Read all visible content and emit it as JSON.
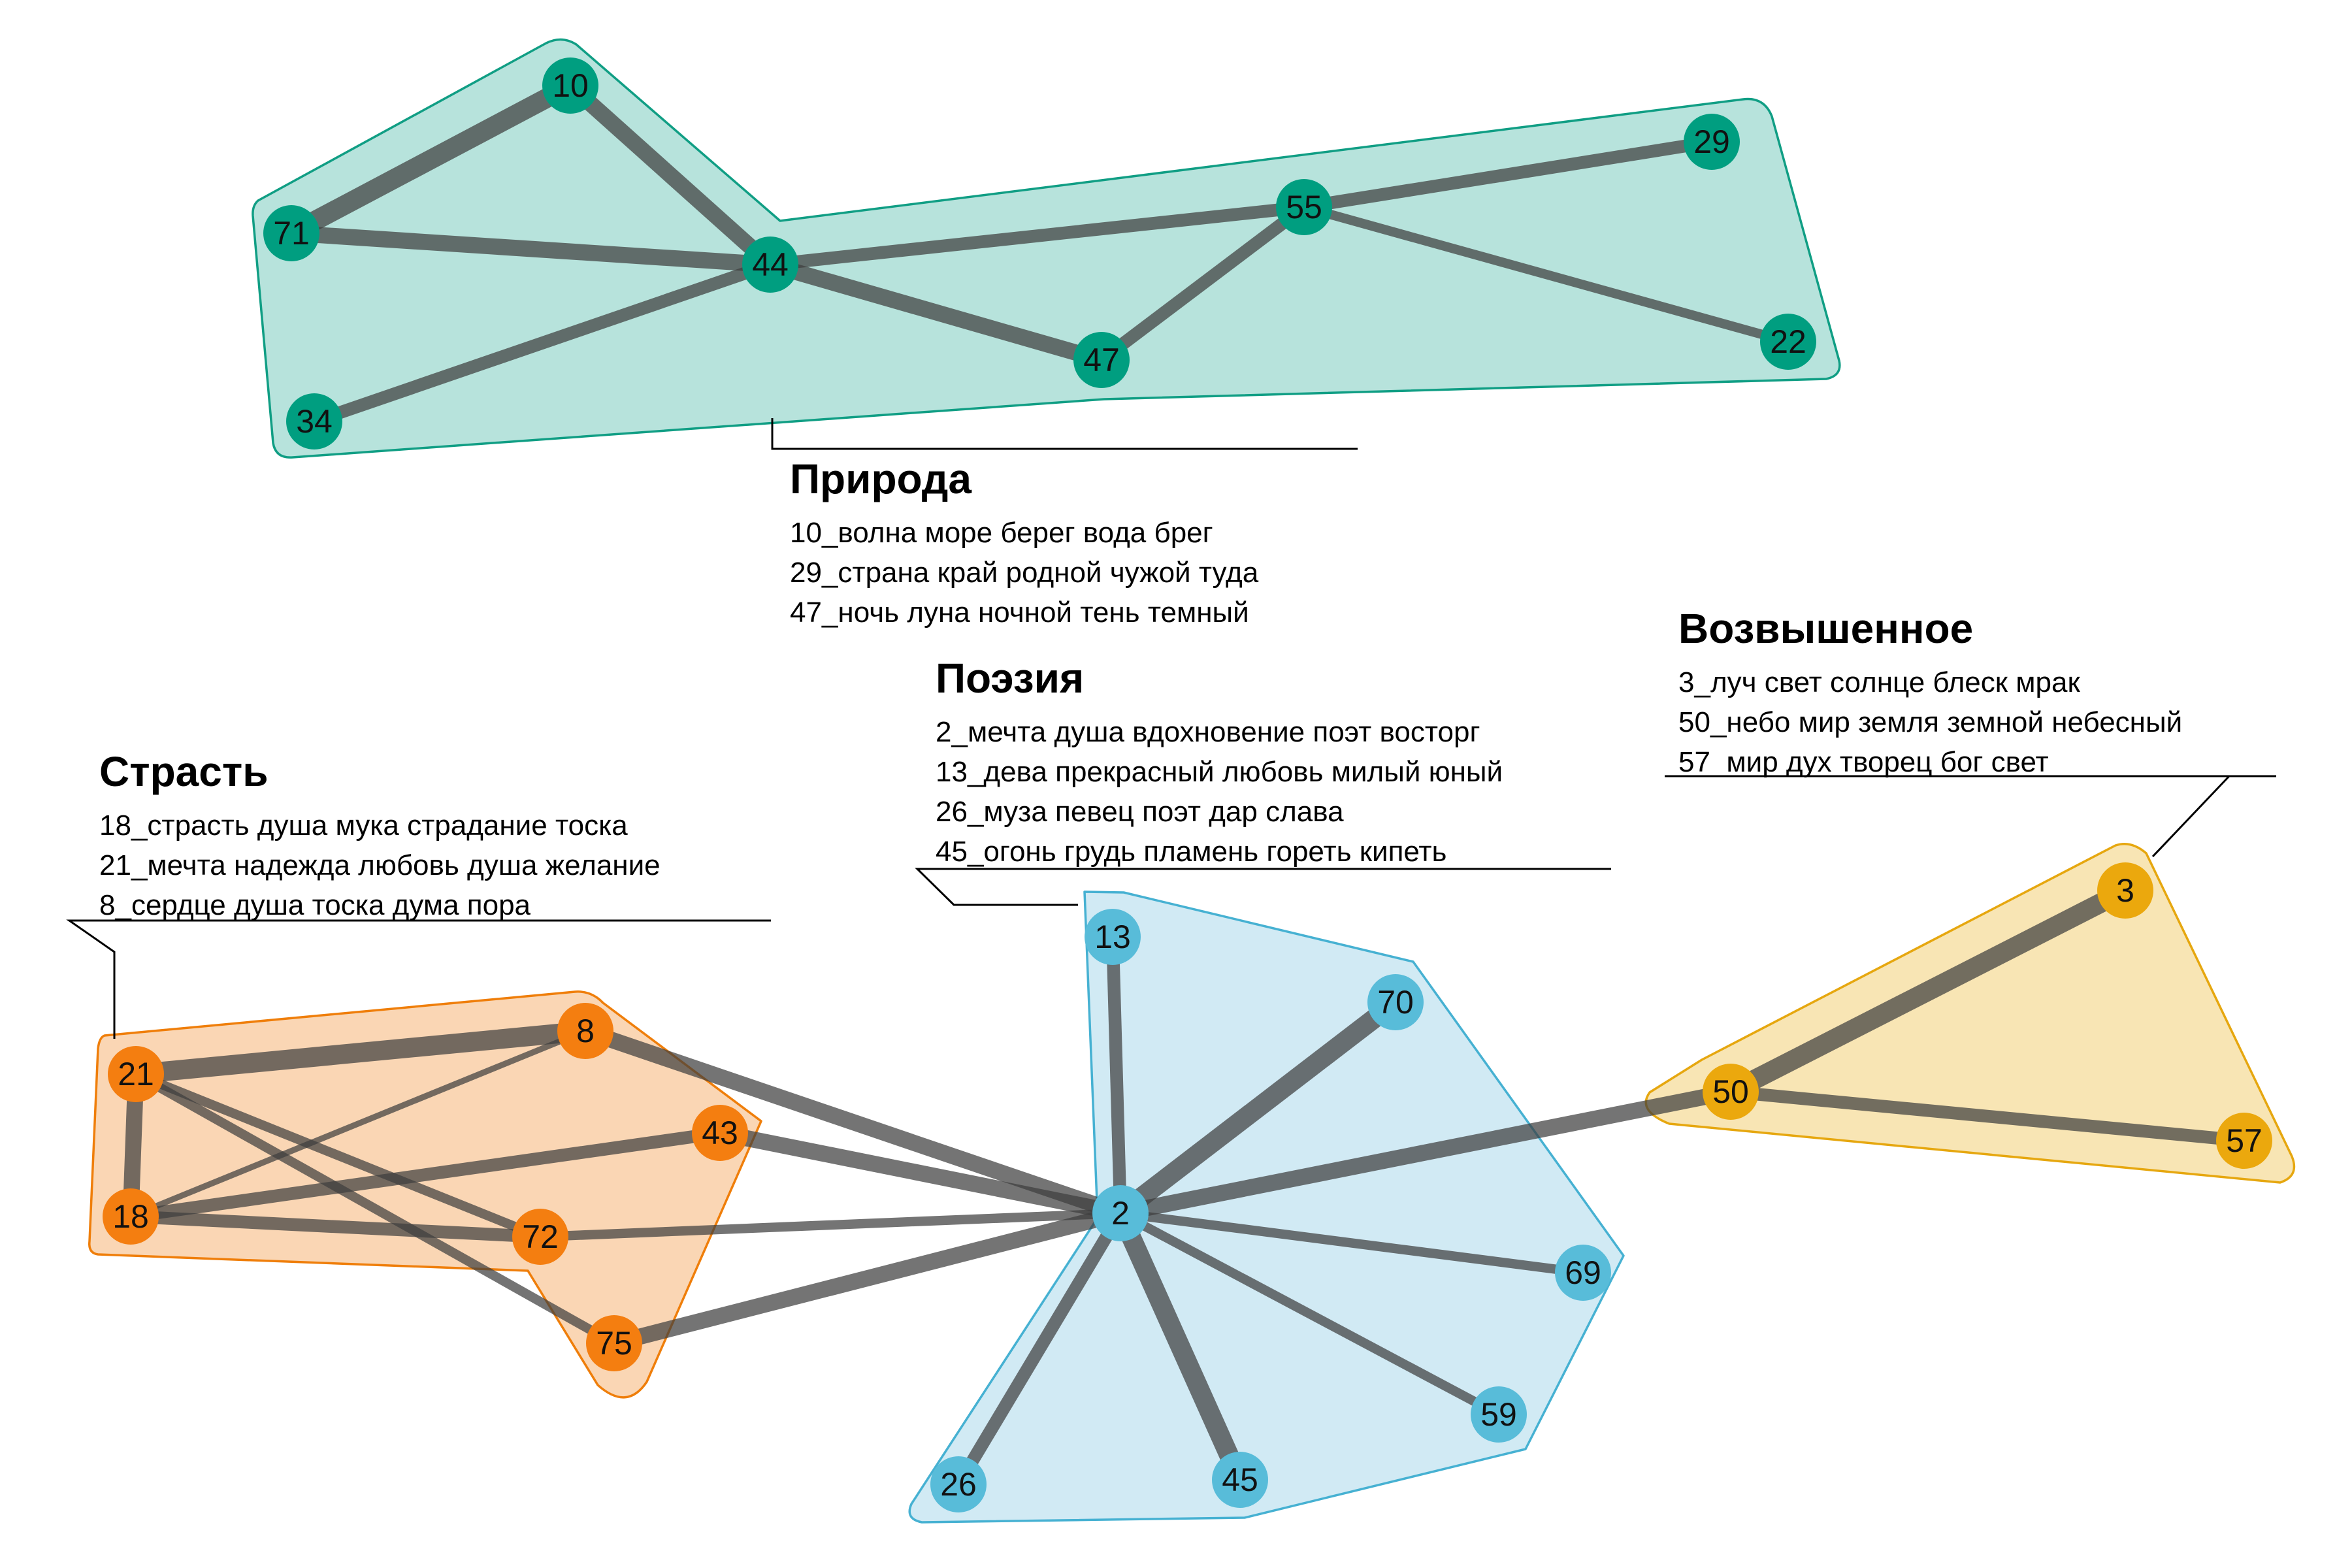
{
  "clusters": [
    {
      "id": "priroda",
      "title": "Природа",
      "lines": [
        "10_волна море берег вода брег",
        "29_страна край родной чужой туда",
        "47_ночь луна ночной тень темный"
      ],
      "fill": "#b3e2da",
      "stroke": "#109e84",
      "node_color": "#009e80"
    },
    {
      "id": "poeziya",
      "title": "Поэзия",
      "lines": [
        "2_мечта душа вдохновение поэт восторг",
        "13_дева прекрасный любовь милый юный",
        "26_муза певец поэт дар слава",
        "45_огонь грудь пламень гореть кипеть"
      ],
      "fill": "#cfe9f3",
      "stroke": "#46b1d2",
      "node_color": "#58bcd9"
    },
    {
      "id": "vozvyshennoe",
      "title": "Возвышенное",
      "lines": [
        "3_луч свет солнце блеск мрак",
        "50_небо мир земля земной небесный",
        "57_мир дух творец бог свет"
      ],
      "fill": "#f8e4b0",
      "stroke": "#e6a70f",
      "node_color": "#eba80d"
    },
    {
      "id": "strast",
      "title": "Страсть",
      "lines": [
        "18_страсть душа мука страдание тоска",
        "21_мечта надежда любовь душа желание",
        "8_сердце душа тоска дума пора"
      ],
      "fill": "#fad4b0",
      "stroke": "#ef7e0a",
      "node_color": "#f47e10"
    }
  ],
  "nodes": [
    {
      "id": "10",
      "cluster": "priroda"
    },
    {
      "id": "71",
      "cluster": "priroda"
    },
    {
      "id": "44",
      "cluster": "priroda"
    },
    {
      "id": "34",
      "cluster": "priroda"
    },
    {
      "id": "55",
      "cluster": "priroda"
    },
    {
      "id": "29",
      "cluster": "priroda"
    },
    {
      "id": "47",
      "cluster": "priroda"
    },
    {
      "id": "22",
      "cluster": "priroda"
    },
    {
      "id": "13",
      "cluster": "poeziya"
    },
    {
      "id": "70",
      "cluster": "poeziya"
    },
    {
      "id": "2",
      "cluster": "poeziya"
    },
    {
      "id": "69",
      "cluster": "poeziya"
    },
    {
      "id": "59",
      "cluster": "poeziya"
    },
    {
      "id": "26",
      "cluster": "poeziya"
    },
    {
      "id": "45",
      "cluster": "poeziya"
    },
    {
      "id": "3",
      "cluster": "vozvyshennoe"
    },
    {
      "id": "50",
      "cluster": "vozvyshennoe"
    },
    {
      "id": "57",
      "cluster": "vozvyshennoe"
    },
    {
      "id": "21",
      "cluster": "strast"
    },
    {
      "id": "8",
      "cluster": "strast"
    },
    {
      "id": "43",
      "cluster": "strast"
    },
    {
      "id": "18",
      "cluster": "strast"
    },
    {
      "id": "72",
      "cluster": "strast"
    },
    {
      "id": "75",
      "cluster": "strast"
    }
  ],
  "edges": [
    {
      "source": "71",
      "target": "10",
      "weight": 5
    },
    {
      "source": "10",
      "target": "44",
      "weight": 4
    },
    {
      "source": "71",
      "target": "44",
      "weight": 4
    },
    {
      "source": "34",
      "target": "44",
      "weight": 3
    },
    {
      "source": "44",
      "target": "55",
      "weight": 3
    },
    {
      "source": "44",
      "target": "47",
      "weight": 4
    },
    {
      "source": "47",
      "target": "55",
      "weight": 3
    },
    {
      "source": "55",
      "target": "29",
      "weight": 3
    },
    {
      "source": "55",
      "target": "22",
      "weight": 2
    },
    {
      "source": "13",
      "target": "2",
      "weight": 3
    },
    {
      "source": "70",
      "target": "2",
      "weight": 5
    },
    {
      "source": "2",
      "target": "69",
      "weight": 2
    },
    {
      "source": "2",
      "target": "59",
      "weight": 2
    },
    {
      "source": "2",
      "target": "26",
      "weight": 3
    },
    {
      "source": "2",
      "target": "45",
      "weight": 5
    },
    {
      "source": "2",
      "target": "50",
      "weight": 4
    },
    {
      "source": "2",
      "target": "8",
      "weight": 4
    },
    {
      "source": "2",
      "target": "43",
      "weight": 4
    },
    {
      "source": "2",
      "target": "72",
      "weight": 2
    },
    {
      "source": "2",
      "target": "75",
      "weight": 4
    },
    {
      "source": "50",
      "target": "3",
      "weight": 5
    },
    {
      "source": "50",
      "target": "57",
      "weight": 3
    },
    {
      "source": "21",
      "target": "8",
      "weight": 5
    },
    {
      "source": "21",
      "target": "18",
      "weight": 4
    },
    {
      "source": "21",
      "target": "72",
      "weight": 2
    },
    {
      "source": "21",
      "target": "75",
      "weight": 2
    },
    {
      "source": "18",
      "target": "8",
      "weight": 1
    },
    {
      "source": "18",
      "target": "43",
      "weight": 3
    },
    {
      "source": "18",
      "target": "72",
      "weight": 3
    }
  ]
}
